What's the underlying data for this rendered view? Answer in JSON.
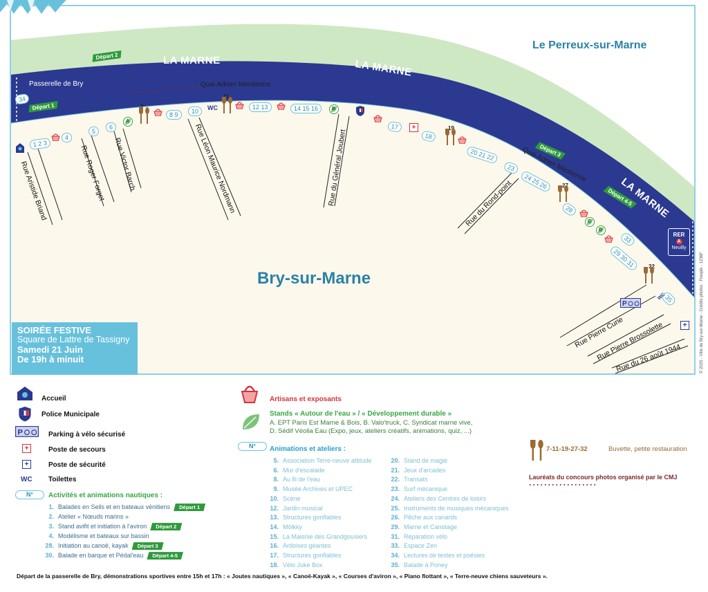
{
  "places": {
    "town_main": "Bry-sur-Marne",
    "town_other": "Le Perreux-sur-Marne",
    "river": "LA MARNE",
    "passerelle": "Passerelle de Bry",
    "quai": "Quai Adrien Mentienne"
  },
  "streets": [
    "Rue Aristide Briand",
    "Rue Roger Forget",
    "Rue Victor Barch",
    "Rue Léon Maurice Nordmann",
    "Rue du Général Joubert",
    "Rue du Rond-point",
    "Rue Pierre Curie",
    "Rue Pierre Brossolette",
    "Rue du 26 août 1944"
  ],
  "departs": [
    "Départ 1",
    "Départ 2",
    "Départ 3",
    "Départ 4-5"
  ],
  "map_pills": [
    "34",
    "1 2 3",
    "4",
    "5",
    "6",
    "7",
    "8 9",
    "10",
    "11",
    "12 13",
    "14 15 16",
    "17",
    "18",
    "19",
    "20 21 22",
    "23",
    "24 25 26",
    "27",
    "28",
    "33",
    "29 30 31",
    "32",
    "35"
  ],
  "map_letters": [
    "A",
    "B",
    "C",
    "D"
  ],
  "wc": "WC",
  "rer": {
    "line1": "RER",
    "line2": "A",
    "line3": "Neuilly"
  },
  "soiree": {
    "title": "SOIRÉE FESTIVE",
    "place": "Square de Lattre de Tassigny",
    "date": "Samedi 21 Juin",
    "time": "De 19h à minuit"
  },
  "credit": "© 2025 - Ville de Bry-sur-Marne - Crédits photos : Freepik - 1236F",
  "legend": {
    "accueil": "Accueil",
    "police": "Police Municipale",
    "parking": "Parking à vélo sécurisé",
    "secours": "Poste de secours",
    "securite": "Poste de sécurité",
    "wc_label": "WC",
    "toilettes": "Toilettes",
    "npill": "N°",
    "nautique_title": "Activités et animations nautiques :",
    "nautique": [
      {
        "n": "1.",
        "t": "Balades en Seils et en bateaux vénitiens",
        "d": "Départ 1"
      },
      {
        "n": "2.",
        "t": "Atelier « Nœuds marins »",
        "d": ""
      },
      {
        "n": "3.",
        "t": "Stand avifit et initiation à l'aviron",
        "d": "Départ 2"
      },
      {
        "n": "4.",
        "t": "Modélisme et bateaux sur bassin",
        "d": ""
      },
      {
        "n": "28.",
        "t": "Initiation au canoë, kayak",
        "d": "Départ 3"
      },
      {
        "n": "30.",
        "t": "Balade en barque et Pédal'eau",
        "d": "Départ 4-5"
      }
    ],
    "artisans": "Artisans et exposants",
    "stands_title": "Stands « Autour de l'eau » / « Développement durable »",
    "stands_line1": "A. EPT Paris Est Marne & Bois, B. Valo'truck, C. Syndicat marne vive,",
    "stands_line2": "D. Sédif Véolia Eau (Expo, jeux, ateliers créatifs, animations, quiz, ...)",
    "animations_title": "Animations et ateliers :",
    "col1": [
      {
        "n": "5.",
        "t": "Association Terre-neuve attitude"
      },
      {
        "n": "6.",
        "t": "Mur d'escalade"
      },
      {
        "n": "8.",
        "t": "Au fil de l'eau"
      },
      {
        "n": "9.",
        "t": "Musée Archives et UPEC"
      },
      {
        "n": "10.",
        "t": "Scène"
      },
      {
        "n": "12.",
        "t": "Jardin musical"
      },
      {
        "n": "13.",
        "t": "Structures gonflables"
      },
      {
        "n": "14.",
        "t": "Mölkky"
      },
      {
        "n": "15.",
        "t": "La Maisnie des Grandgousiers"
      },
      {
        "n": "16.",
        "t": "Ardoises géantes"
      },
      {
        "n": "17.",
        "t": "Structures gonflables"
      },
      {
        "n": "18.",
        "t": "Vélo Juke Box"
      }
    ],
    "col2": [
      {
        "n": "20.",
        "t": "Stand de magie"
      },
      {
        "n": "21.",
        "t": "Jeux d'arcades"
      },
      {
        "n": "22.",
        "t": "Transats"
      },
      {
        "n": "23.",
        "t": "Surf mécanique"
      },
      {
        "n": "24.",
        "t": "Ateliers des Centres de loisirs"
      },
      {
        "n": "25.",
        "t": "Instruments de musiques mécaniques"
      },
      {
        "n": "26.",
        "t": "Pêche aux canards"
      },
      {
        "n": "29.",
        "t": "Marne et Canotage"
      },
      {
        "n": "31.",
        "t": "Réparation vélo"
      },
      {
        "n": "33.",
        "t": "Espace Zen"
      },
      {
        "n": "34.",
        "t": "Lectures de textes et poésies"
      },
      {
        "n": "35.",
        "t": "Balade à Poney"
      }
    ],
    "buvette_nums": "7-11-19-27-32",
    "buvette": "Buvette, petite restauration",
    "laureats": "Lauréats du concours photos organisé par le CMJ"
  },
  "footer": "Départ de la passerelle de Bry, démonstrations sportives entre 15h et 17h : « Joutes nautiques », « Canoë-Kayak », « Courses d'aviron », « Piano flottant », « Terre-neuve chiens sauveteurs ».",
  "colors": {
    "river": "#2b3990",
    "green": "#2e9a3c",
    "bank": "#cfe8c4",
    "land": "#fcf8ec",
    "cyan": "#68c1dc",
    "red": "#d6333a"
  }
}
